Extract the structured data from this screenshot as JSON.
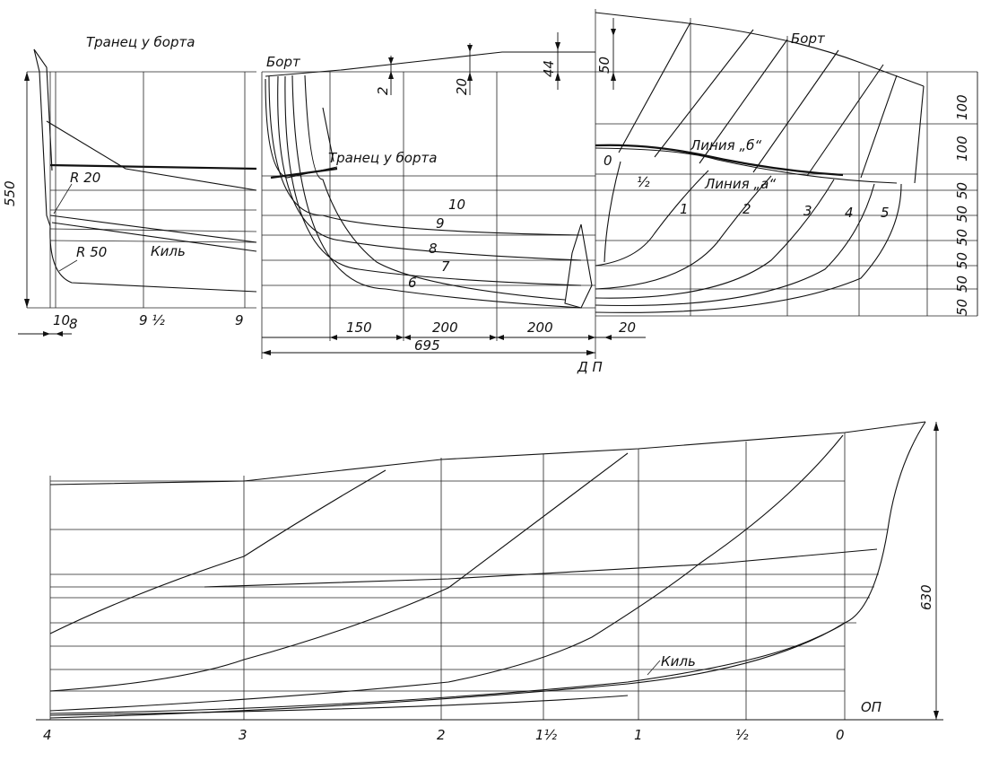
{
  "body_plan_stern": {
    "title": "Транец у борта",
    "radius_upper": "R 20",
    "radius_lower": "R 50",
    "keel": "Киль",
    "height": "550",
    "stations": [
      "10",
      "8",
      "9 ½",
      "9"
    ]
  },
  "body_plan_bow": {
    "sheer": "Борт",
    "transom": "Транец у борта",
    "lines": [
      "10",
      "9",
      "8",
      "7",
      "6"
    ],
    "dims": [
      "2",
      "20",
      "44",
      "150",
      "200",
      "200",
      "695"
    ],
    "centerline": "Д П"
  },
  "half_breadth": {
    "sheer": "Борт",
    "line_b": "Линия „б“",
    "line_a": "Линия „а“",
    "stations": [
      "0",
      "½",
      "1",
      "2",
      "3",
      "4",
      "5"
    ],
    "dims_top": [
      "50"
    ],
    "dims_right": [
      "100",
      "100",
      "50",
      "50",
      "50",
      "50",
      "50",
      "50"
    ],
    "dim_bottom": "20"
  },
  "profile": {
    "keel": "Киль",
    "baseline": "ОП",
    "height": "630",
    "stations": [
      "4",
      "3",
      "2",
      "1½",
      "1",
      "½",
      "0"
    ]
  }
}
